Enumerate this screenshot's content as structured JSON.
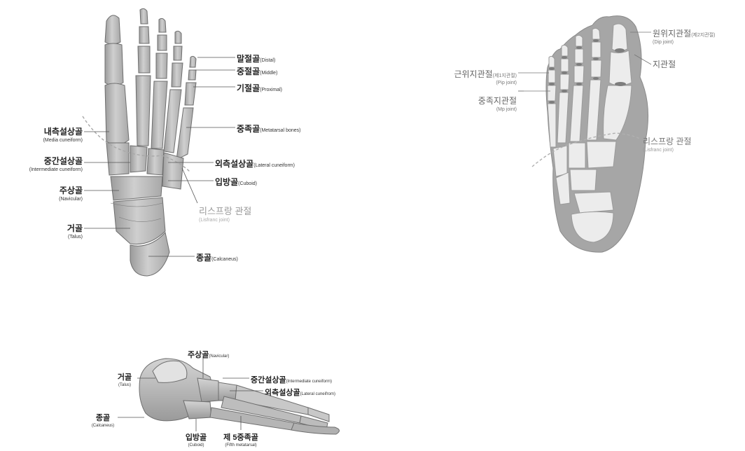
{
  "diagrams": {
    "dorsal": {
      "labels": {
        "distal": {
          "ko": "말절골",
          "en": "(Distal)"
        },
        "middle": {
          "ko": "중절골",
          "en": "(Middle)"
        },
        "proximal": {
          "ko": "기절골",
          "en": "(Proximal)"
        },
        "metatarsal": {
          "ko": "중족골",
          "en": "(Metatarsal bones)"
        },
        "lateral_cuneiform": {
          "ko": "외측설상골",
          "en": "(Lateral cuneiform)"
        },
        "cuboid": {
          "ko": "입방골",
          "en": "(Cuboid)"
        },
        "lisfranc": {
          "ko": "리스프랑 관절",
          "en": "(Lisfranc joint)"
        },
        "calcaneus": {
          "ko": "종골",
          "en": "(Calcaneus)"
        },
        "medial_cuneiform": {
          "ko": "내측설상골",
          "en": "(Media cuneiform)"
        },
        "intermediate_cuneiform": {
          "ko": "중간설상골",
          "en": "(Intermediate cuneiform)"
        },
        "navicular": {
          "ko": "주상골",
          "en": "(Navicular)"
        },
        "talus": {
          "ko": "거골",
          "en": "(Talus)"
        }
      }
    },
    "joints": {
      "labels": {
        "dip": {
          "ko": "원위지관절",
          "ko_note": "(제2지관절)",
          "en": "(Dip joint)"
        },
        "toe_joint": {
          "ko": "지관절"
        },
        "pip": {
          "ko": "근위지관절",
          "ko_note": "(제1지관절)",
          "en": "(Pip joint)"
        },
        "mp": {
          "ko": "중족지관절",
          "en": "(Mp joint)"
        },
        "lisfranc": {
          "ko": "리스프랑 관절",
          "en": "(Lisfranc joint)"
        }
      }
    },
    "lateral": {
      "labels": {
        "navicular": {
          "ko": "주상골",
          "en": "(Navicular)"
        },
        "intermediate_cuneiform": {
          "ko": "중간설상골",
          "en": "(Intermediate cuneiform)"
        },
        "lateral_cuneiform": {
          "ko": "외측설상골",
          "en": "(Lateral cuneifrom)"
        },
        "talus": {
          "ko": "거골",
          "en": "(Talus)"
        },
        "calcaneus": {
          "ko": "종골",
          "en": "(Calcaneus)"
        },
        "cuboid": {
          "ko": "입방골",
          "en": "(Cuboid)"
        },
        "fifth_metatarsal": {
          "ko": "제 5중족골",
          "en": "(Fifth metatarsal)"
        }
      }
    }
  }
}
